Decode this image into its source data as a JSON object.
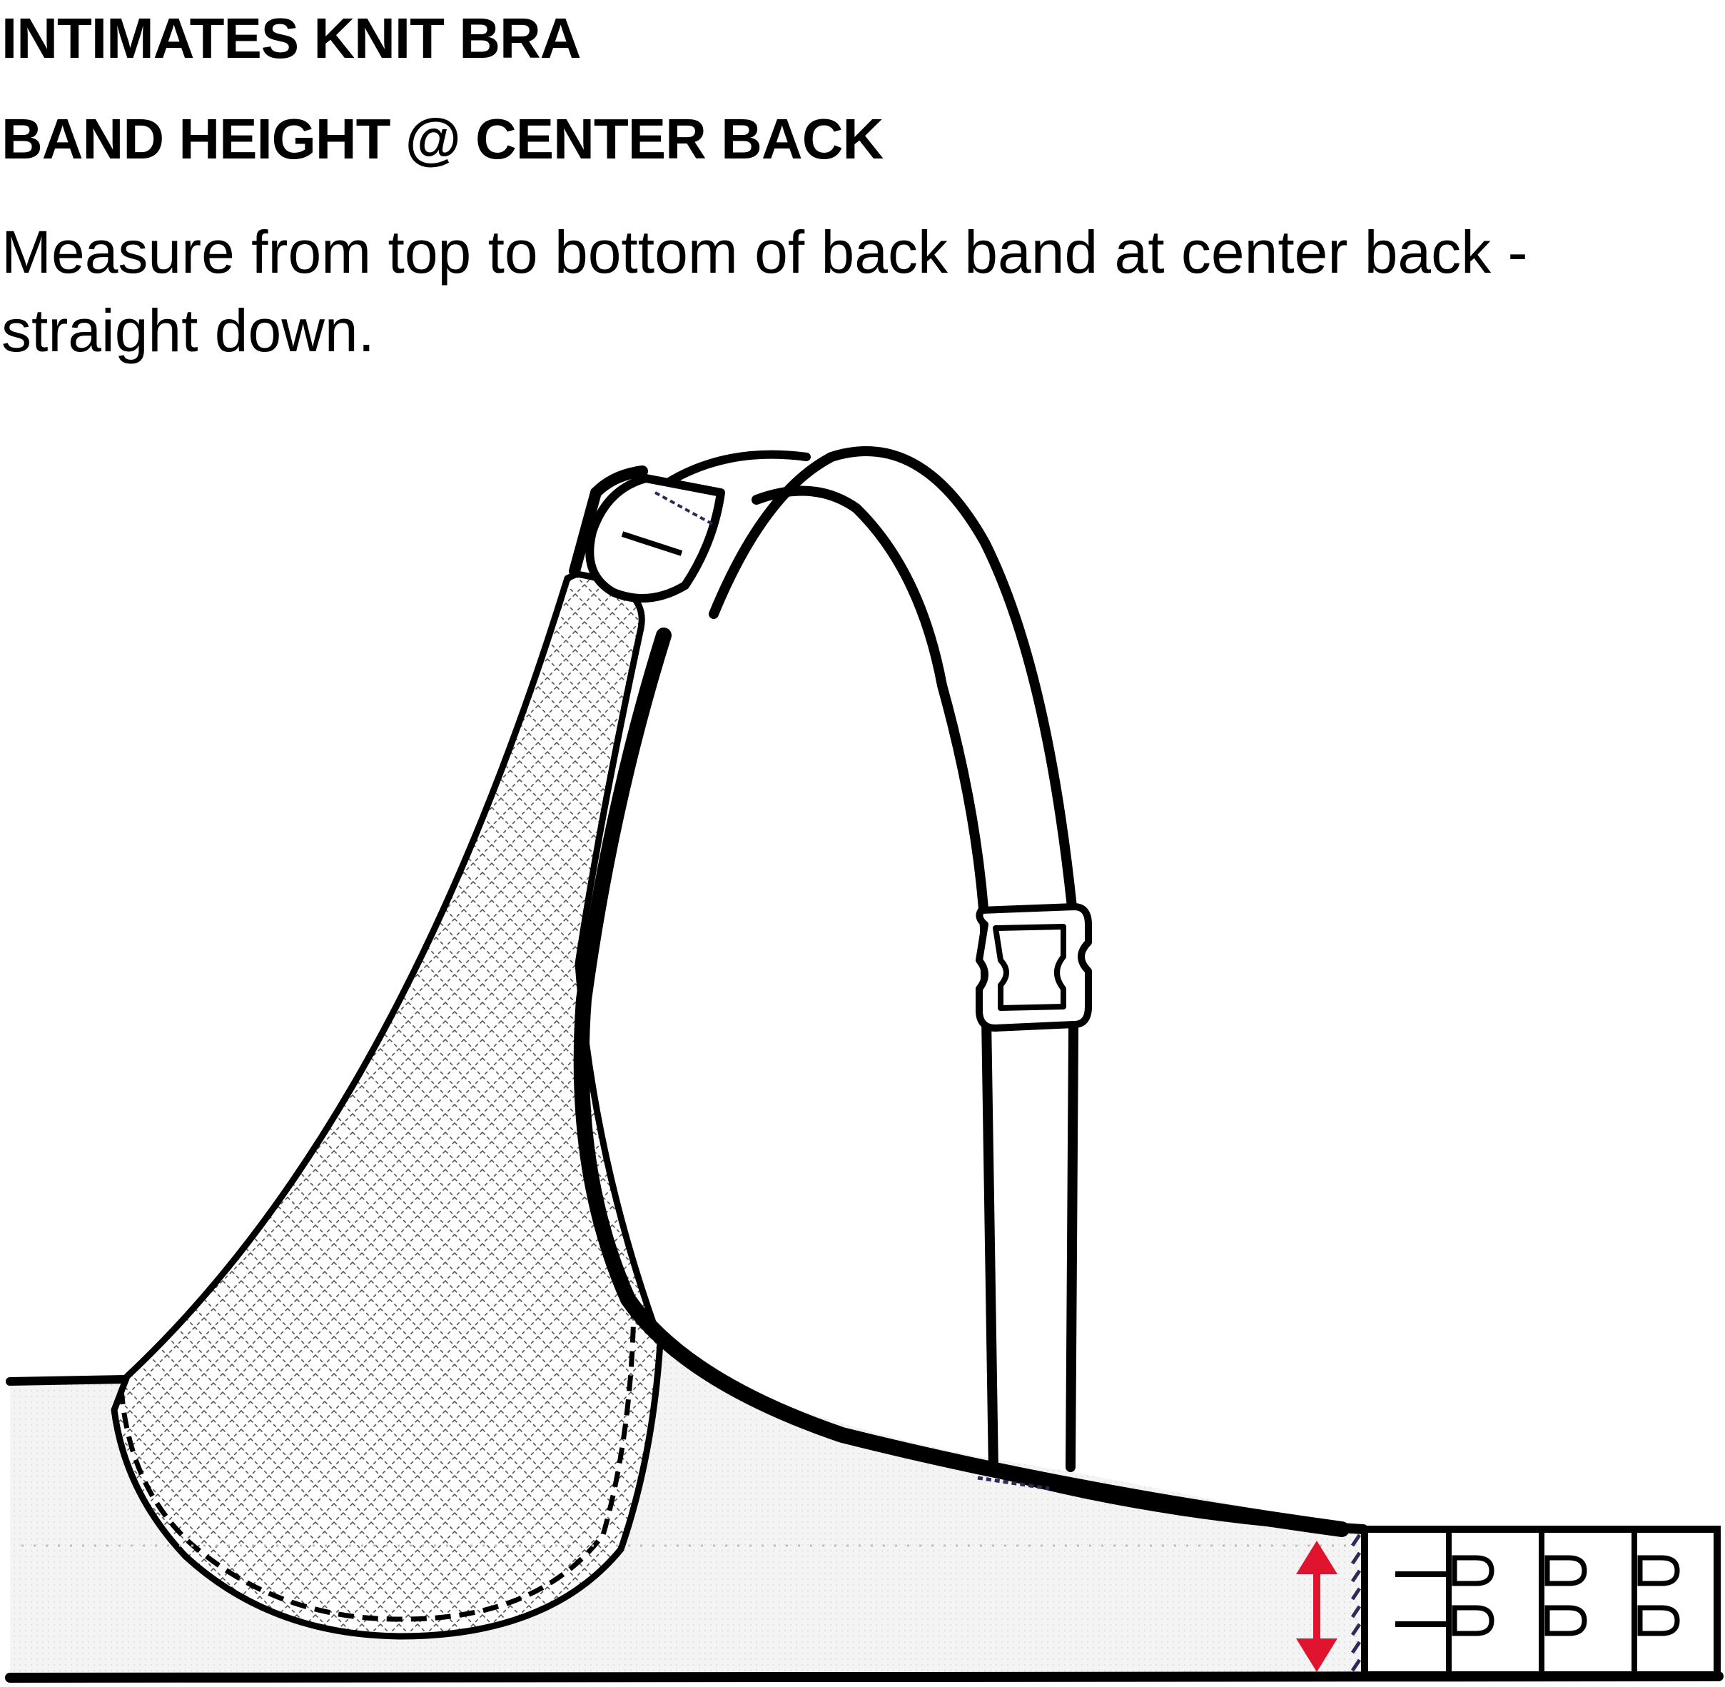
{
  "header": {
    "title": "INTIMATES KNIT BRA",
    "subtitle": "BAND HEIGHT @ CENTER BACK",
    "instruction": "Measure from top to bottom of back band at center back - straight down."
  },
  "diagram": {
    "subject": "bra-side-view-illustration",
    "measurement": "band-height-at-center-back",
    "hook_rows": 2,
    "hook_columns": 3
  },
  "colors": {
    "outline": "#000000",
    "band_fill": "#f2f2f2",
    "mesh_pattern": "#555555",
    "stitch": "#2d2a5a",
    "measure_arrow": "#e0142e",
    "background": "#ffffff"
  }
}
